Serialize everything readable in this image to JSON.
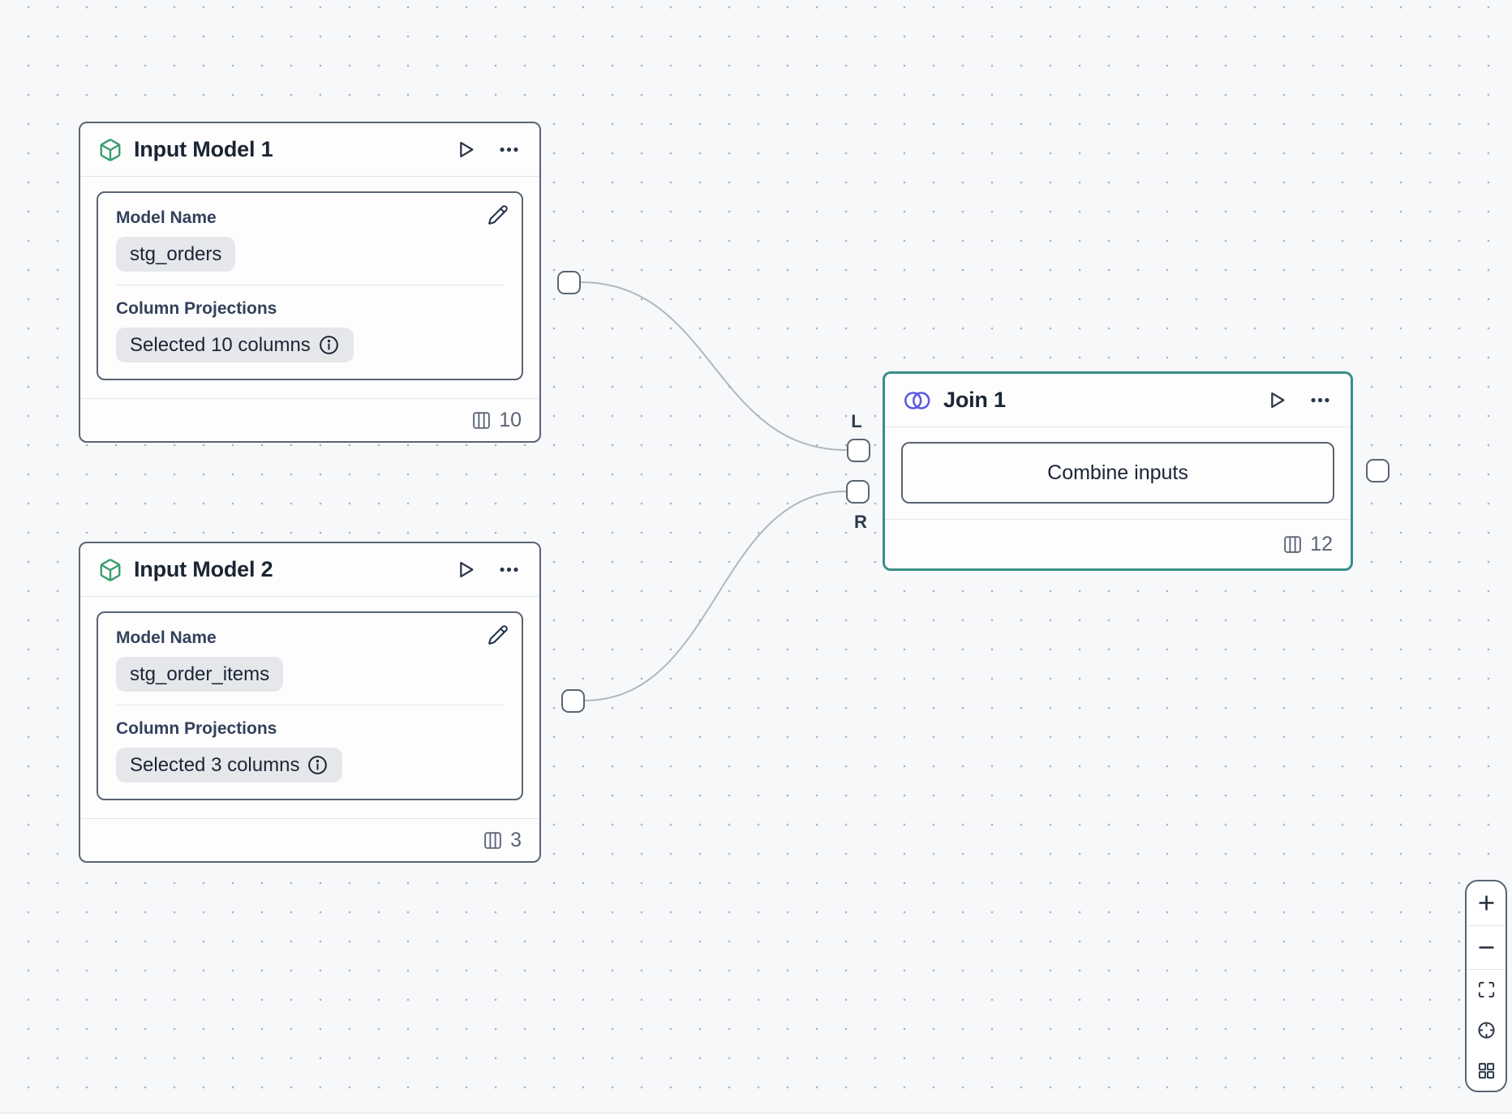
{
  "canvas": {
    "background_color": "#f7f8fa",
    "dot_color": "#adb3bd",
    "edge_color": "#b2b6be"
  },
  "colors": {
    "node_border": "#5a6473",
    "selected_node_teal": "#3a8f88",
    "cube_icon_green": "#3a9d6e",
    "join_icon_indigo": "#5a57e3",
    "chip_background": "#e5e7eb",
    "title_text": "#1b2534",
    "footer_text": "#5b6575"
  },
  "nodes": {
    "input_model_1": {
      "title": "Input Model 1",
      "model_name_label": "Model Name",
      "model_name_value": "stg_orders",
      "projections_label": "Column Projections",
      "projections_value": "Selected 10 columns",
      "column_count": "10"
    },
    "input_model_2": {
      "title": "Input Model 2",
      "model_name_label": "Model Name",
      "model_name_value": "stg_order_items",
      "projections_label": "Column Projections",
      "projections_value": "Selected 3 columns",
      "column_count": "3"
    },
    "join_1": {
      "title": "Join 1",
      "button_label": "Combine inputs",
      "column_count": "12",
      "left_port_label": "L",
      "right_port_label": "R"
    }
  },
  "zoom_controls": {
    "items": [
      "zoom-in",
      "zoom-out",
      "fit-view",
      "locate",
      "grid-view"
    ]
  }
}
